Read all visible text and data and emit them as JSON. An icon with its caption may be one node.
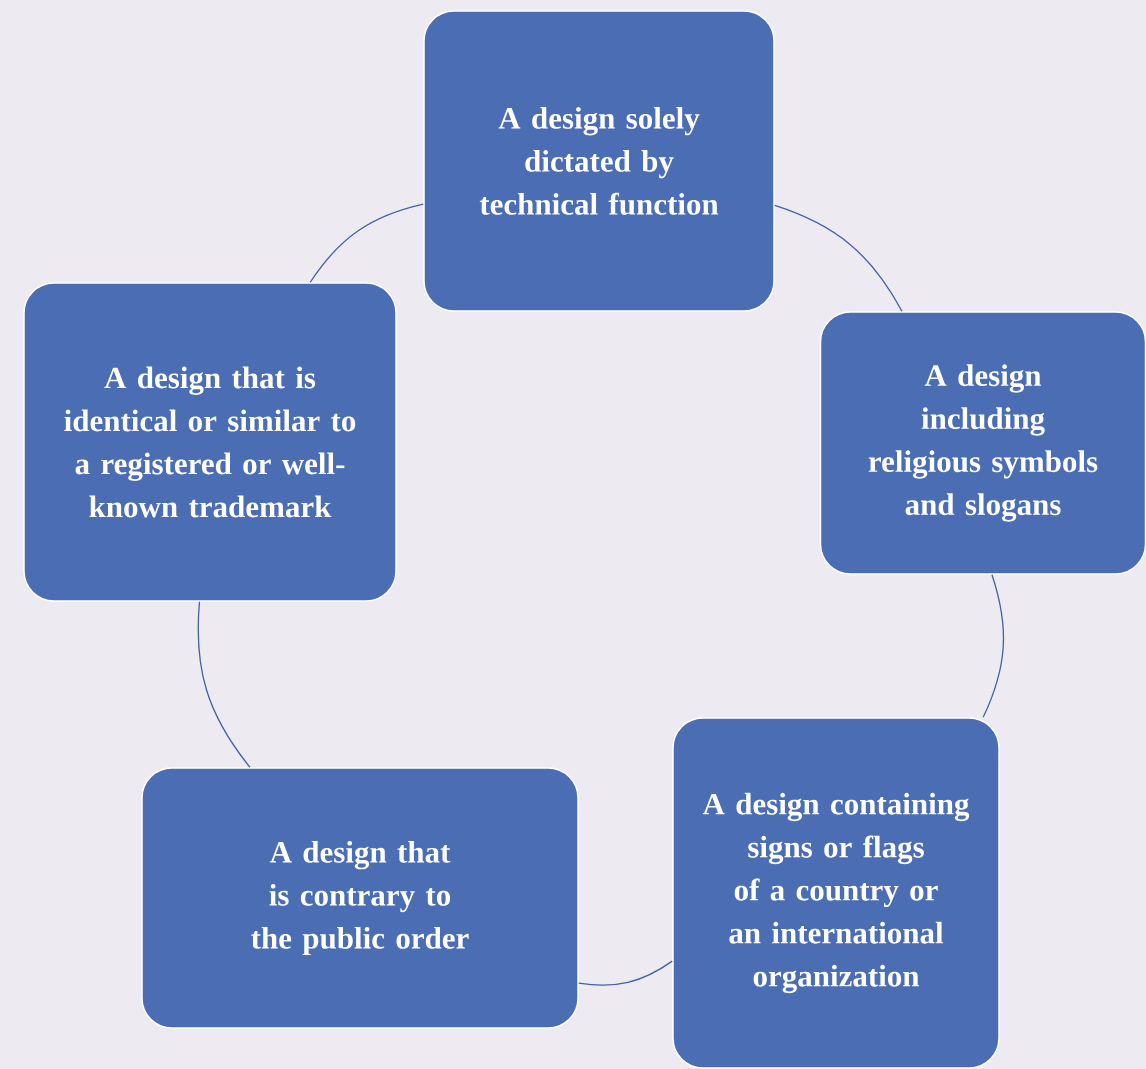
{
  "diagram": {
    "nodes": [
      {
        "text": [
          "A design solely dictated by technical function"
        ]
      },
      {
        "text": [
          "A design including religious symbols and slogans"
        ]
      },
      {
        "text": [
          "A design containing signs or flags of a country or an international organization"
        ]
      },
      {
        "text": [
          "A design that is contrary to the public order"
        ]
      },
      {
        "text": [
          "A design that is identical or similar to a registered or well-known trademark"
        ]
      }
    ],
    "edges": [
      {
        "from": 0,
        "to": 1,
        "arrow": "none"
      },
      {
        "from": 1,
        "to": 2,
        "arrow": "none"
      },
      {
        "from": 2,
        "to": 3,
        "arrow": "none"
      },
      {
        "from": 3,
        "to": 4,
        "arrow": "none"
      },
      {
        "from": 4,
        "to": 0,
        "arrow": "none"
      }
    ]
  }
}
